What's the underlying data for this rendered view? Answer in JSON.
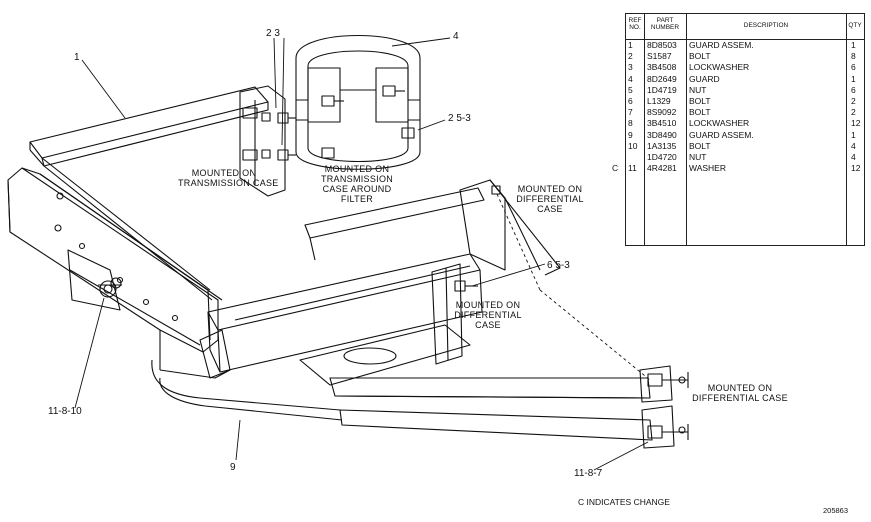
{
  "callouts": {
    "c1": "1",
    "c23": "2 3",
    "c4": "4",
    "c253": "2 5-3",
    "c653": "6 5-3",
    "c11810": "11-8-10",
    "c9": "9",
    "c1187": "11-8-7"
  },
  "labels": {
    "trans1": [
      "MOUNTED ON",
      "TRANSMISSION CASE"
    ],
    "trans2": [
      "MOUNTED ON",
      "TRANSMISSION",
      "CASE AROUND",
      "FILTER"
    ],
    "diff1": [
      "MOUNTED ON",
      "DIFFERENTIAL",
      "CASE"
    ],
    "diff2": [
      "MOUNTED ON",
      "DIFFERENTIAL",
      "CASE"
    ],
    "diff3": [
      "MOUNTED ON",
      "DIFFERENTIAL CASE"
    ]
  },
  "table": {
    "headers": {
      "ref": [
        "REF",
        "NO."
      ],
      "part": [
        "PART",
        "NUMBER"
      ],
      "desc": "DESCRIPTION",
      "qty": "QTY"
    },
    "rows": [
      {
        "mark": "",
        "ref": "1",
        "part": "8D8503",
        "desc": "GUARD ASSEM.",
        "qty": "1"
      },
      {
        "mark": "",
        "ref": "2",
        "part": "S1587",
        "desc": "BOLT",
        "qty": "8"
      },
      {
        "mark": "",
        "ref": "3",
        "part": "3B4508",
        "desc": "LOCKWASHER",
        "qty": "6"
      },
      {
        "mark": "",
        "ref": "4",
        "part": "8D2649",
        "desc": "GUARD",
        "qty": "1"
      },
      {
        "mark": "",
        "ref": "5",
        "part": "1D4719",
        "desc": "NUT",
        "qty": "6"
      },
      {
        "mark": "",
        "ref": "6",
        "part": "L1329",
        "desc": "BOLT",
        "qty": "2"
      },
      {
        "mark": "",
        "ref": "7",
        "part": "8S9092",
        "desc": "BOLT",
        "qty": "2"
      },
      {
        "mark": "",
        "ref": "8",
        "part": "3B4510",
        "desc": "LOCKWASHER",
        "qty": "12"
      },
      {
        "mark": "",
        "ref": "9",
        "part": "3D8490",
        "desc": "GUARD ASSEM.",
        "qty": "1"
      },
      {
        "mark": "",
        "ref": "10",
        "part": "1A3135",
        "desc": "BOLT",
        "qty": "4"
      },
      {
        "mark": "",
        "ref": "",
        "part": "1D4720",
        "desc": "NUT",
        "qty": "4"
      },
      {
        "mark": "C",
        "ref": "11",
        "part": "4R4281",
        "desc": "WASHER",
        "qty": "12"
      }
    ]
  },
  "footer": {
    "change_note": "C INDICATES CHANGE",
    "drawing_no": "205863"
  }
}
